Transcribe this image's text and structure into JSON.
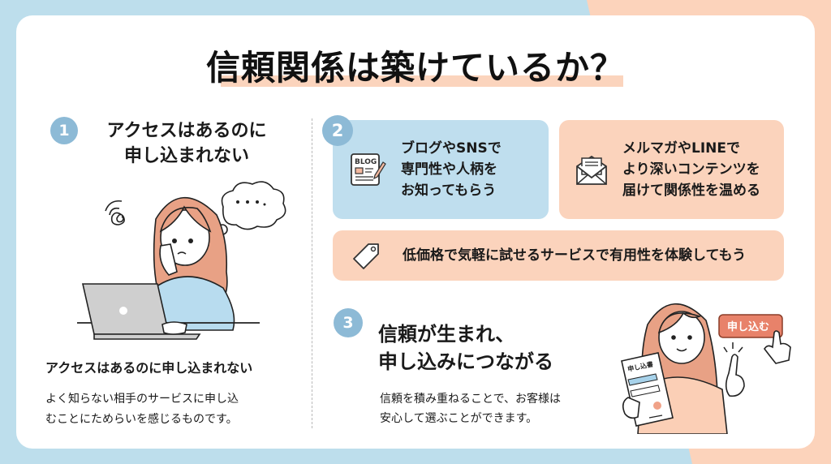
{
  "title": "信頼関係は築けているか？",
  "colors": {
    "bg_blue": "#bddeec",
    "bg_peach": "#fcd3bb",
    "badge_blue": "#8dbad6",
    "box_blue": "#bfdeee",
    "box_peach": "#fbd3bc",
    "button_orange": "#e8826a"
  },
  "step1": {
    "number": "1",
    "heading_line1": "アクセスはあるのに",
    "heading_line2": "申し込まれない",
    "subheading": "アクセスはあるのに申し込まれない",
    "body_line1": "よく知らない相手のサービスに申し込",
    "body_line2": "むことにためらいを感じるものです。",
    "illustration": "worried-woman-at-laptop",
    "thought_bubble": "・・・"
  },
  "step2": {
    "number": "2",
    "boxes": [
      {
        "icon": "blog-icon",
        "icon_label": "BLOG",
        "lines": [
          "ブログやSNSで",
          "専門性や人柄を",
          "お知ってもらう"
        ]
      },
      {
        "icon": "envelope-icon",
        "lines": [
          "メルマガやLINEで",
          "より深いコンテンツを",
          "届けて関係性を温める"
        ]
      },
      {
        "icon": "price-tag-icon",
        "lines": [
          "低価格で気軽に試せるサービスで有用性を体験してもう"
        ]
      }
    ]
  },
  "step3": {
    "number": "3",
    "heading_line1": "信頼が生まれ、",
    "heading_line2": "申し込みにつながる",
    "body_line1": "信頼を積み重ねることで、お客様は",
    "body_line2": "安心して選ぶことができます。",
    "illustration": "smiling-woman-with-application",
    "form_label": "申し込書",
    "button_label": "申し込む"
  }
}
